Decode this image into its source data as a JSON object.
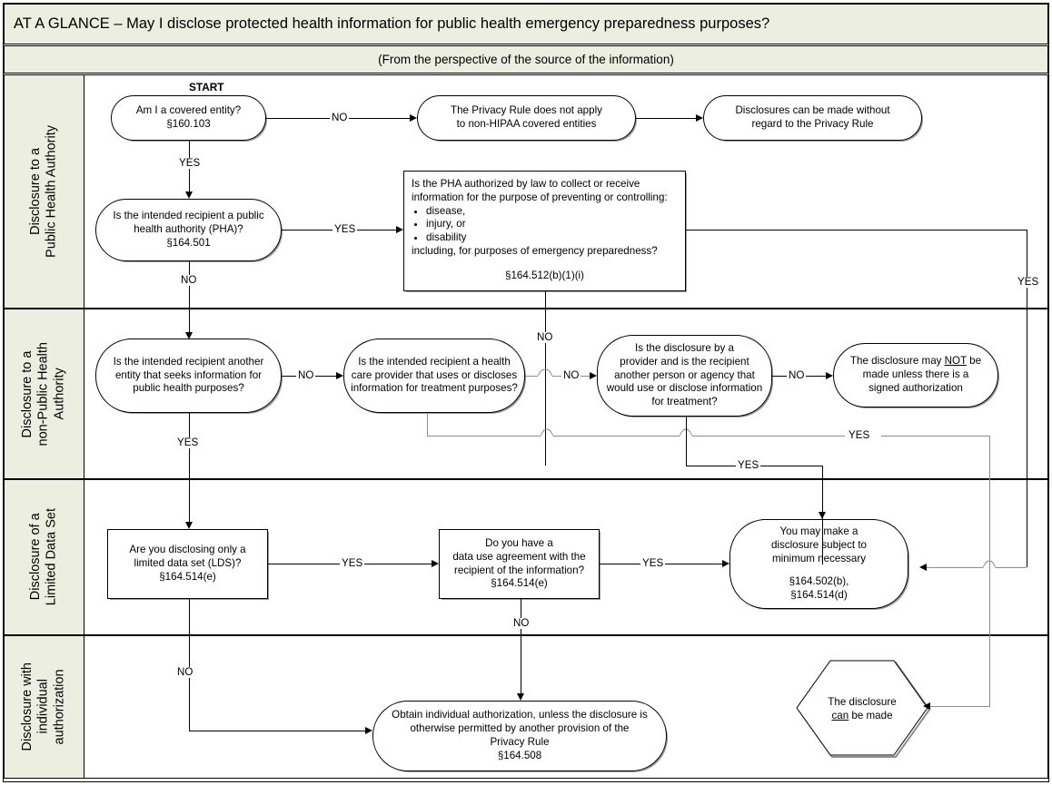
{
  "header": {
    "title": "AT A GLANCE – May I disclose protected health information for public health emergency preparedness purposes?",
    "subtitle": "(From the perspective of the source of the information)"
  },
  "bands": [
    {
      "id": "band-public-health-authority",
      "label": "Disclosure to a\nPublic Health Authority"
    },
    {
      "id": "band-non-public-health-authority",
      "label": "Disclosure to a\nnon-Public Health\nAuthority"
    },
    {
      "id": "band-limited-data-set",
      "label": "Disclosure of a\nLimited Data Set"
    },
    {
      "id": "band-individual-authorization",
      "label": "Disclosure with\nindividual\nauthorization"
    }
  ],
  "start_label": "START",
  "nodes": {
    "covered_entity": {
      "line1": "Am I a covered entity?",
      "line2": "§160.103"
    },
    "privacy_rule_na": {
      "line1": "The Privacy Rule does not apply",
      "line2": "to non-HIPAA covered entities"
    },
    "no_regard": {
      "line1": "Disclosures can be made without",
      "line2": "regard to the Privacy Rule"
    },
    "pha_recipient": {
      "line1": "Is the intended recipient a public",
      "line2": "health authority (PHA)?",
      "line3": "§164.501"
    },
    "pha_authorized": {
      "intro1": "Is the PHA authorized by law  to collect or receive",
      "intro2": "information for the purpose of preventing or controlling:",
      "bullets": [
        "disease,",
        "injury, or",
        "disability"
      ],
      "outro": "including, for purposes of emergency preparedness?",
      "cite": "§164.512(b)(1)(i)"
    },
    "other_entity": {
      "line1": "Is the intended recipient another",
      "line2": "entity that seeks information for",
      "line3": "public health purposes?"
    },
    "health_provider_treatment": {
      "line1": "Is the intended recipient a health",
      "line2": "care provider that uses or discloses",
      "line3": "information for treatment purposes?"
    },
    "provider_disclosure": {
      "line1": "Is the disclosure by a",
      "line2": "provider and is the recipient",
      "line3": "another person or agency that",
      "line4": "would use or disclose information",
      "line5": "for treatment?"
    },
    "not_be_made": {
      "pre": "The disclosure may ",
      "emph": "NOT",
      "post": " be",
      "line2": "made unless there is a",
      "line3": "signed authorization"
    },
    "lds": {
      "line1": "Are you disclosing only a",
      "line2": "limited data set (LDS)?",
      "line3": "§164.514(e)"
    },
    "dua": {
      "line1": "Do you have a",
      "line2": "data use agreement with the",
      "line3": "recipient of the information?",
      "line4": "§164.514(e)"
    },
    "min_necessary": {
      "line1": "You may make a",
      "line2": "disclosure subject to",
      "line3": "minimum necessary",
      "cite1": "§164.502(b),",
      "cite2": "§164.514(d)"
    },
    "obtain_auth": {
      "line1": "Obtain individual authorization, unless the disclosure is",
      "line2": "otherwise permitted by another provision of the",
      "line3": "Privacy Rule",
      "line4": "§164.508"
    },
    "can_be_made": {
      "line1": "The disclosure",
      "emph": "can",
      "post": " be made"
    }
  },
  "edge_labels": {
    "ce_no": "NO",
    "ce_yes": "YES",
    "pha_yes": "YES",
    "pha_no": "NO",
    "pha_auth_yes": "YES",
    "pha_auth_no": "NO",
    "other_entity_no": "NO",
    "other_entity_yes": "YES",
    "provider_treatment_no": "NO",
    "provider_disclosure_no": "NO",
    "provider_disclosure_yes": "YES",
    "treatment_yes": "YES",
    "lds_yes": "YES",
    "lds_no": "NO",
    "dua_yes": "YES",
    "dua_no": "NO"
  },
  "colors": {
    "band_fill": "#eceee0",
    "line": "#000000",
    "shadow": "#8d8d8d",
    "page": "#ffffff"
  }
}
